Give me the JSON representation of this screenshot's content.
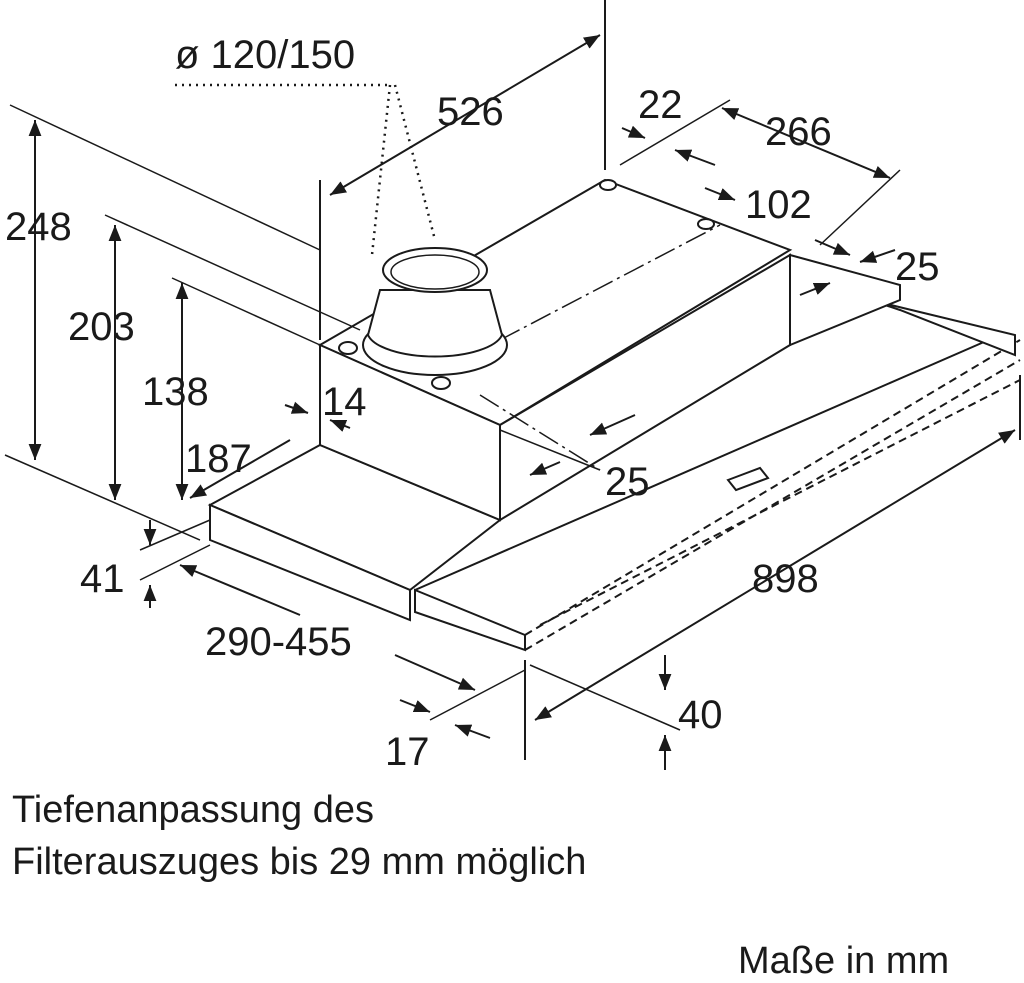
{
  "drawing": {
    "dimensions": {
      "duct_diameter": "ø 120/150",
      "depth_526": "526",
      "d22": "22",
      "d266": "266",
      "d102": "102",
      "d25_top": "25",
      "height_248": "248",
      "height_203": "203",
      "height_138": "138",
      "d14": "14",
      "d187": "187",
      "d25_side": "25",
      "d41": "41",
      "width_898": "898",
      "depth_290_455": "290-455",
      "d40": "40",
      "d17": "17"
    },
    "caption": {
      "line1": "Tiefenanpassung des",
      "line2": "Filterauszuges bis 29 mm möglich"
    },
    "units_note": "Maße in mm"
  }
}
